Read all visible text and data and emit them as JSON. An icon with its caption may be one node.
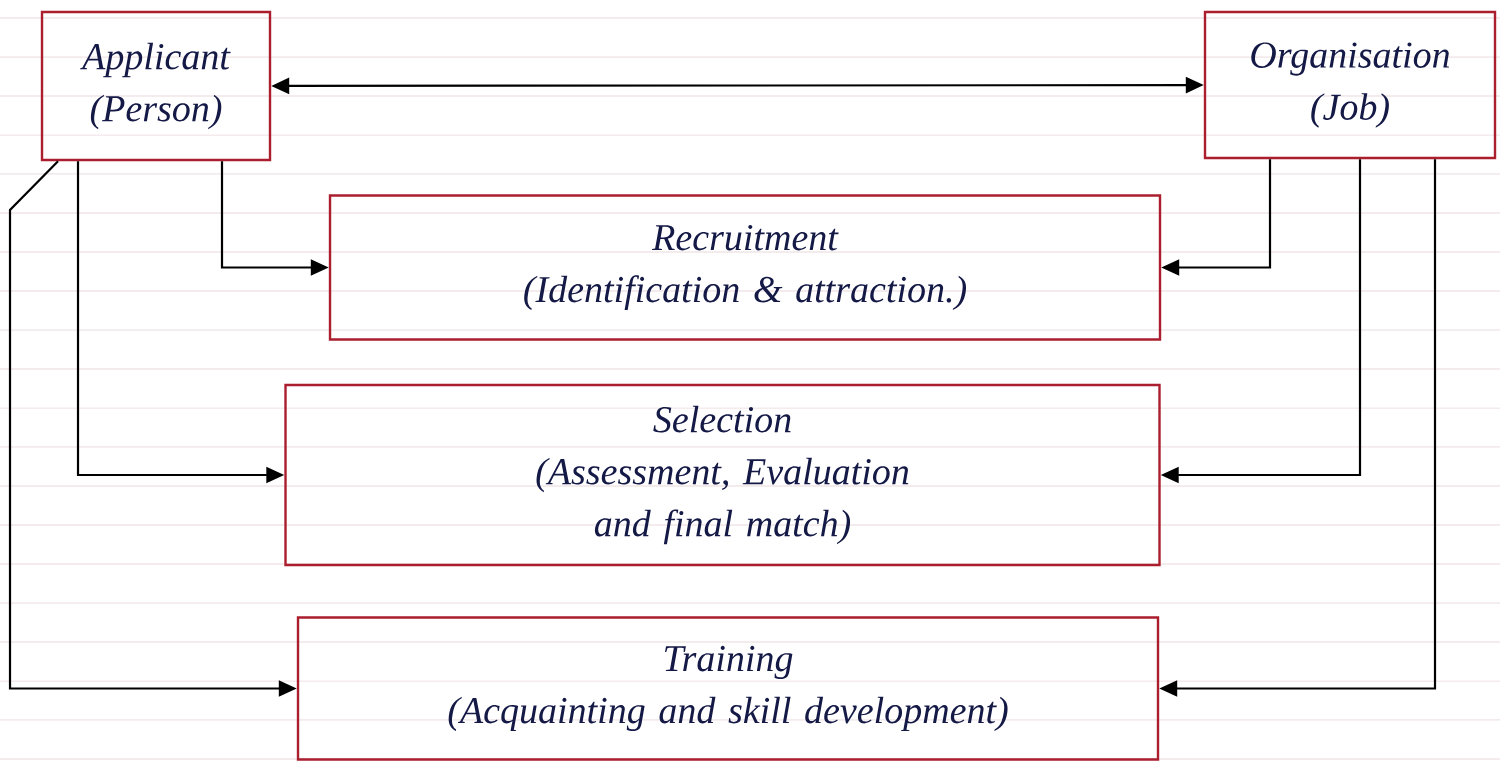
{
  "diagram": {
    "nodes": [
      {
        "text": [
          "Applicant",
          "(Person)"
        ]
      },
      {
        "text": [
          "Organisation",
          "(Job)"
        ]
      },
      {
        "text": [
          "Recruitment",
          "(Identification & attraction.)"
        ]
      },
      {
        "text": [
          "Selection",
          "(Assessment, Evaluation and final match)"
        ]
      },
      {
        "text": [
          "Training",
          "(Acquainting and skill development)"
        ]
      }
    ],
    "edges": [
      {
        "from": 0,
        "to": 1,
        "arrow": "both"
      },
      {
        "from": 0,
        "to": 2,
        "arrow": "to"
      },
      {
        "from": 0,
        "to": 3,
        "arrow": "to"
      },
      {
        "from": 0,
        "to": 4,
        "arrow": "to"
      },
      {
        "from": 1,
        "to": 2,
        "arrow": "to"
      },
      {
        "from": 1,
        "to": 3,
        "arrow": "to"
      },
      {
        "from": 1,
        "to": 4,
        "arrow": "to"
      }
    ]
  }
}
